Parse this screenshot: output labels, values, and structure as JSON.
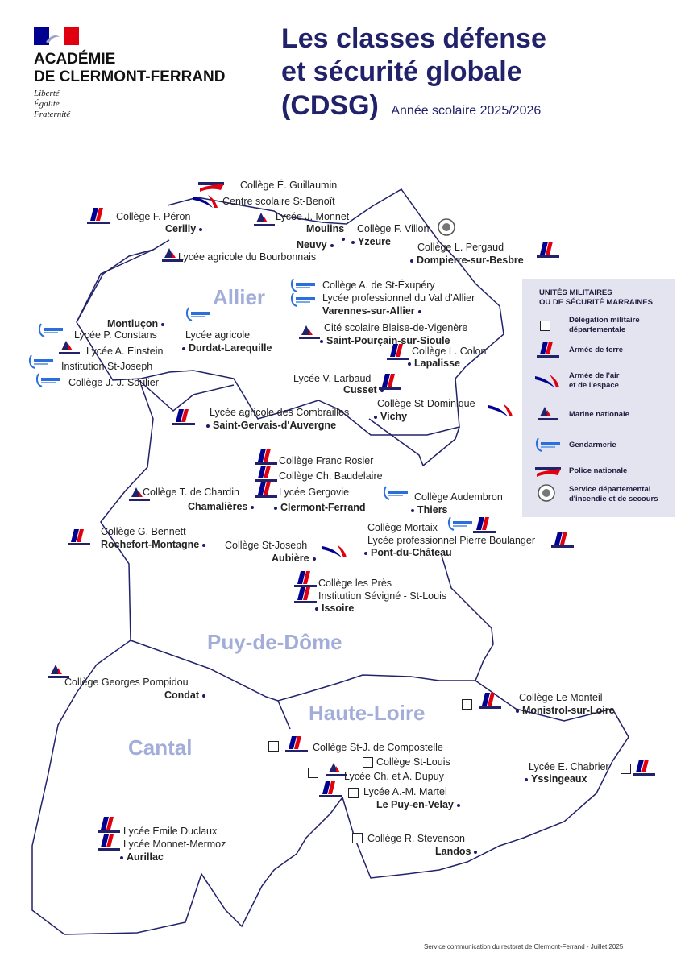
{
  "header": {
    "academy_line1": "ACADÉMIE",
    "academy_line2": "DE CLERMONT-FERRAND",
    "motto1": "Liberté",
    "motto2": "Égalité",
    "motto3": "Fraternité",
    "title1": "Les classes défense",
    "title2": "et sécurité globale",
    "title3": "(CDSG)",
    "year": "Année scolaire 2025/2026"
  },
  "regions": {
    "allier": "Allier",
    "puy": "Puy-de-Dôme",
    "haute_loire": "Haute-Loire",
    "cantal": "Cantal"
  },
  "labels": [
    "Collège É. Guillaumin",
    "Centre scolaire St-Benoît",
    "Collège F. Péron",
    "Cerilly",
    "Lycée J. Monnet",
    "Moulins",
    "Neuvy",
    "Collège F. Villon",
    "Yzeure",
    "Collège L. Pergaud",
    "Dompierre-sur-Besbre",
    "Lycée agricole du Bourbonnais",
    "Collège A. de St-Éxupéry",
    "Lycée professionnel du Val d'Allier",
    "Varennes-sur-Allier",
    "Montluçon",
    "Lycée P. Constans",
    "Lycée A. Einstein",
    "Institution St-Joseph",
    "Collège J.-J. Soulier",
    "Lycée agricole",
    "Durdat-Larequille",
    "Cité scolaire Blaise-de-Vigenère",
    "Saint-Pourçain-sur-Sioule",
    "Collège L. Colon",
    "Lapalisse",
    "Lycée V. Larbaud",
    "Cusset",
    "Collège St-Dominique",
    "Vichy",
    "Lycée agricole des Combrailles",
    "Saint-Gervais-d'Auvergne",
    "Collège Franc Rosier",
    "Collège Ch. Baudelaire",
    "Collège T. de Chardin",
    "Lycée Gergovie",
    "Chamalières",
    "Clermont-Ferrand",
    "Collège Audembron",
    "Thiers",
    "Collège G. Bennett",
    "Rochefort-Montagne",
    "Collège Mortaix",
    "Lycée professionnel Pierre Boulanger",
    "Pont-du-Château",
    "Collège St-Joseph",
    "Aubière",
    "Collège les Près",
    "Institution Sévigné - St-Louis",
    "Issoire",
    "Collège Georges Pompidou",
    "Condat",
    "Collège Le Monteil",
    "Monistrol-sur-Loire",
    "Collège St-J. de Compostelle",
    "Collège St-Louis",
    "Lycée Ch. et A. Dupuy",
    "Lycée A.-M. Martel",
    "Le Puy-en-Velay",
    "Lycée E. Chabrier",
    "Yssingeaux",
    "Lycée Emile Duclaux",
    "Lycée Monnet-Mermoz",
    "Aurillac",
    "Collège R. Stevenson",
    "Landos"
  ],
  "legend": {
    "title1": "UNITÉS MILITAIRES",
    "title2": "OU DE SÉCURITÉ MARRAINES",
    "items": [
      {
        "line1": "Délégation militaire",
        "line2": "départementale",
        "icon": "square-icon"
      },
      {
        "line1": "Armée de terre",
        "line2": "",
        "icon": "armee-de-terre-icon"
      },
      {
        "line1": "Armée de l'air",
        "line2": "et de l'espace",
        "icon": "armee-air-icon"
      },
      {
        "line1": "Marine nationale",
        "line2": "",
        "icon": "marine-icon"
      },
      {
        "line1": "Gendarmerie",
        "line2": "",
        "icon": "gendarmerie-icon"
      },
      {
        "line1": "Police nationale",
        "line2": "",
        "icon": "police-icon"
      },
      {
        "line1": "Service départemental",
        "line2": "d'incendie et de secours",
        "icon": "sdis-icon"
      }
    ]
  },
  "footer": "Service communication du rectorat de Clermont-Ferrand - Juillet 2025",
  "colors": {
    "navy": "#22226b",
    "region": "#a3add9",
    "red": "#e1000f",
    "legend_bg": "#e4e4f1"
  }
}
